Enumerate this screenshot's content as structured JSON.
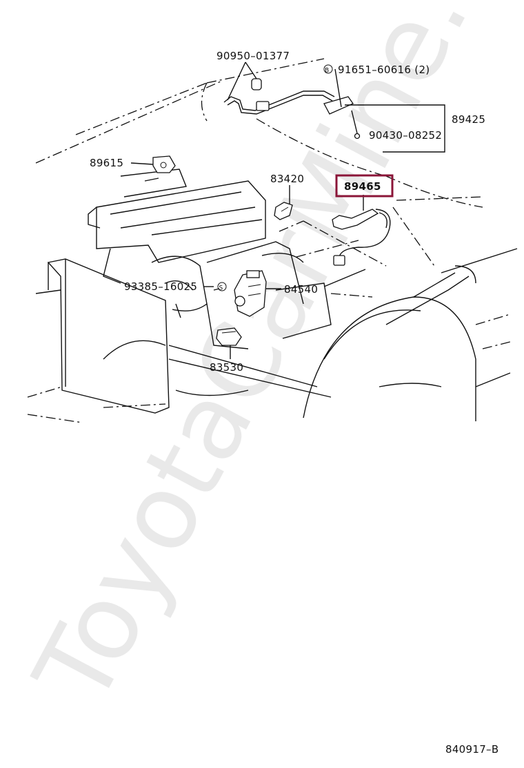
{
  "watermark": "ToyotaCarMine.ru",
  "diagram_code": "840917–B",
  "highlight_color": "#8b1538",
  "callouts": {
    "p90950": "90950–01377",
    "p91651": "91651–60616 (2)",
    "p91651_badge": "B",
    "p89425": "89425",
    "p90430": "90430–08252",
    "p89615": "89615",
    "p83420": "83420",
    "p89465": "89465",
    "p93385": "93385–16025",
    "p93385_badge": "S",
    "p84540": "84540",
    "p83530": "83530"
  }
}
